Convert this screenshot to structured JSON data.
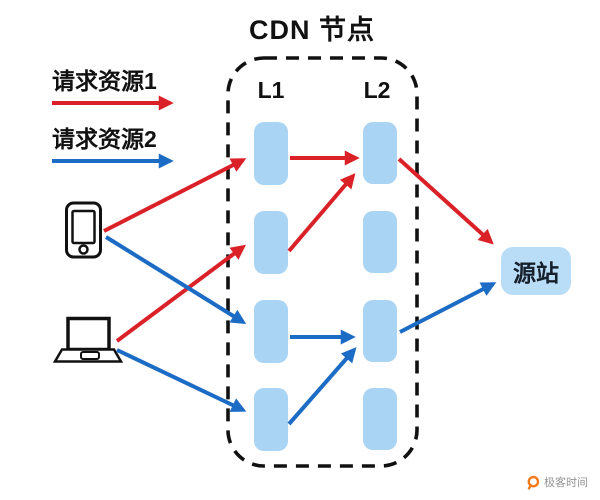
{
  "title": "CDN 节点",
  "colors": {
    "red": "#da2128",
    "blue": "#1c6bc4",
    "node-fill": "#a9d4f4",
    "origin-fill": "#b9dcf7",
    "ink": "#111111",
    "brand-orange": "#f57c1f",
    "watermark-gray": "#949494"
  },
  "legend": {
    "resource1": {
      "label": "请求资源1",
      "color": "#da2128"
    },
    "resource2": {
      "label": "请求资源2",
      "color": "#1c6bc4"
    }
  },
  "cluster": {
    "label": "CDN 节点",
    "columns": [
      {
        "label": "L1",
        "node_count": 4
      },
      {
        "label": "L2",
        "node_count": 4
      }
    ]
  },
  "devices": [
    {
      "id": "phone",
      "icon": "smartphone-icon"
    },
    {
      "id": "laptop",
      "icon": "laptop-icon"
    }
  ],
  "origin": {
    "label": "源站"
  },
  "connections": [
    {
      "from": "phone",
      "to": "l1-node-1",
      "flow": "请求资源1",
      "color": "#da2128"
    },
    {
      "from": "laptop",
      "to": "l1-node-2",
      "flow": "请求资源1",
      "color": "#da2128"
    },
    {
      "from": "l1-node-1",
      "to": "l2-node-1",
      "flow": "请求资源1",
      "color": "#da2128"
    },
    {
      "from": "l1-node-2",
      "to": "l2-node-1",
      "flow": "请求资源1",
      "color": "#da2128"
    },
    {
      "from": "l2-node-1",
      "to": "origin",
      "flow": "请求资源1",
      "color": "#da2128"
    },
    {
      "from": "phone",
      "to": "l1-node-3",
      "flow": "请求资源2",
      "color": "#1c6bc4"
    },
    {
      "from": "laptop",
      "to": "l1-node-4",
      "flow": "请求资源2",
      "color": "#1c6bc4"
    },
    {
      "from": "l1-node-3",
      "to": "l2-node-3",
      "flow": "请求资源2",
      "color": "#1c6bc4"
    },
    {
      "from": "l1-node-4",
      "to": "l2-node-3",
      "flow": "请求资源2",
      "color": "#1c6bc4"
    },
    {
      "from": "l2-node-3",
      "to": "origin",
      "flow": "请求资源2",
      "color": "#1c6bc4"
    }
  ],
  "watermark": {
    "label": "极客时间"
  }
}
